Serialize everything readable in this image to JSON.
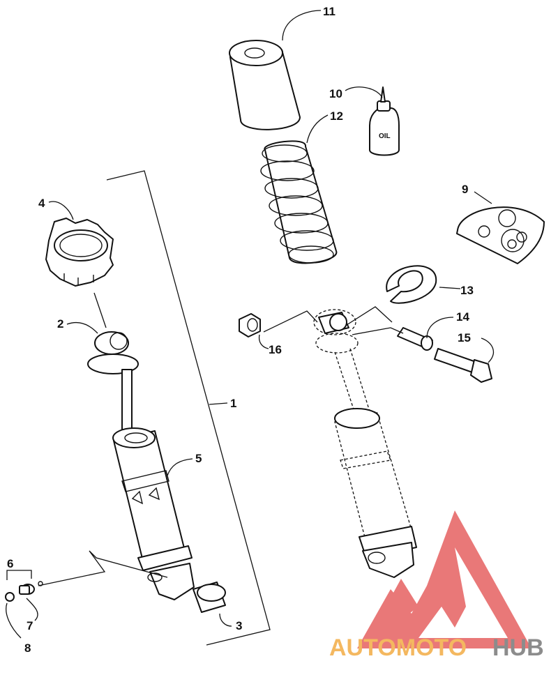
{
  "callouts": {
    "c1": "1",
    "c2": "2",
    "c3": "3",
    "c4": "4",
    "c5": "5",
    "c6": "6",
    "c7": "7",
    "c8": "8",
    "c9": "9",
    "c10": "10",
    "c11": "11",
    "c12": "12",
    "c13": "13",
    "c14": "14",
    "c15": "15",
    "c16": "16"
  },
  "oil_label": "OIL",
  "watermark": {
    "text_left": "AUTOMOTO",
    "text_right": "HUB",
    "color_left": "#f4b860",
    "color_right": "#8c8c8c",
    "logo_color": "#e24b4b"
  }
}
